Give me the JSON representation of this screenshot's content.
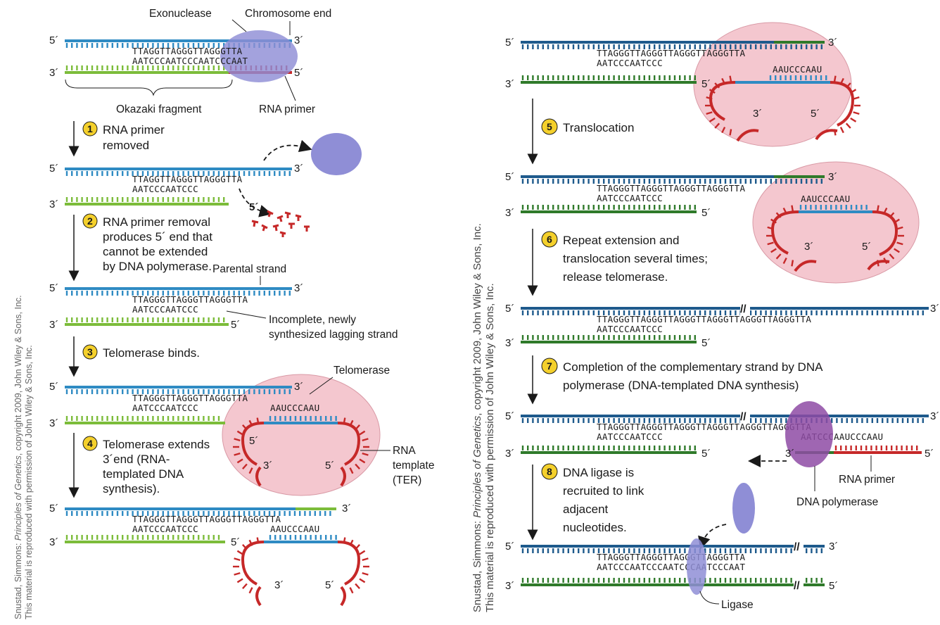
{
  "colors": {
    "parental_strand": "#2f8bc3",
    "parental_dark": "#1e5a8c",
    "lagging_strand": "#7cbc3a",
    "lagging_dark": "#2f7a2a",
    "rna": "#c62828",
    "telomerase_fill": "#f4c7cf",
    "exonuclease_fill": "#8f8ed6",
    "polymerase_fill": "#8e4ba4",
    "step_badge": "#f4d02c"
  },
  "labels": {
    "exonuclease": "Exonuclease",
    "chromosome_end": "Chromosome end",
    "okazaki_fragment": "Okazaki fragment",
    "rna_primer": "RNA primer",
    "parental_strand": "Parental strand",
    "incomplete_line1": "Incomplete, newly",
    "incomplete_line2": "synthesized lagging strand",
    "telomerase": "Telomerase",
    "rna_template_line1": "RNA",
    "rna_template_line2": "template",
    "rna_template_line3": "(TER)",
    "rna_primer_right": "RNA primer",
    "dna_polymerase": "DNA polymerase",
    "ligase": "Ligase"
  },
  "primes": {
    "five": "5´",
    "three": "3´"
  },
  "steps": [
    {
      "number": "1",
      "lines": [
        "RNA primer",
        "removed"
      ]
    },
    {
      "number": "2",
      "lines": [
        "RNA primer removal",
        "produces 5´ end that",
        "cannot be extended",
        "by DNA polymerase."
      ]
    },
    {
      "number": "3",
      "lines": [
        "Telomerase binds."
      ]
    },
    {
      "number": "4",
      "lines": [
        "Telomerase extends",
        "3´end (RNA-",
        "templated DNA",
        "synthesis)."
      ]
    },
    {
      "number": "5",
      "lines": [
        "Translocation"
      ]
    },
    {
      "number": "6",
      "lines": [
        "Repeat extension and",
        "translocation several times;",
        "release telomerase."
      ]
    },
    {
      "number": "7",
      "lines": [
        "Completion of the complementary strand by DNA",
        "polymerase (DNA-templated DNA synthesis)"
      ]
    },
    {
      "number": "8",
      "lines": [
        "DNA ligase is",
        "recruited to link",
        "adjacent",
        "nucleotides."
      ]
    }
  ],
  "sequences": {
    "top_a": "TTAGGTTAGGGTTAGGGTTA",
    "bot_a": "AATCCCAATCCCAATCCCAAT",
    "top_b": "TTAGGGTTAGGGTTAGGGTTA",
    "bot_b": "AATCCCAATCCC",
    "rna_template": "AAUCCCAAU",
    "top_c": "TTAGGGTTAGGGTTAGGGTTAGGGTTA",
    "top_d": "TTAGGGTTAGGGTTAGGGTTAGGGTTAGGGTTAGGGTTA",
    "bot_d": "AATCCCAAUCCCAAU",
    "bot_final": "AATCCCAATCCCAATCCCAATCCCAAT"
  },
  "credits": {
    "left_line1_pre": "Snustad, Simmons: ",
    "left_line1_title": "Principles of Genetics",
    "left_line1_post": ", copyright 2009, John Wiley & Sons, Inc.",
    "left_line2": "This material is reproduced with permission of John Wiley & Sons, Inc."
  }
}
